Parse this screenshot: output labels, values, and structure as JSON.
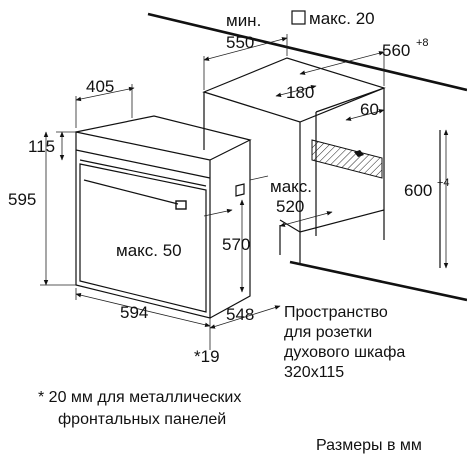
{
  "dims": {
    "w405": "405",
    "w115": "115",
    "h595": "595",
    "min_label": "мин.",
    "w550": "550",
    "max_label": "макс. 20",
    "w560": "560",
    "w560_sup": "+8",
    "w180": "180",
    "w60": "60",
    "max2_label": "макс.",
    "w520": "520",
    "h600": "600",
    "h600_sup": "+4",
    "max50": "макс. 50",
    "h570": "570",
    "w594": "594",
    "w548": "548",
    "foot19": "*19"
  },
  "socket_note": [
    "Пространство",
    "для розетки",
    "духового шкафа",
    "320x115"
  ],
  "footnote": [
    "* 20 мм для металлических",
    "фронтальных панелей"
  ],
  "units": "Размеры в мм"
}
